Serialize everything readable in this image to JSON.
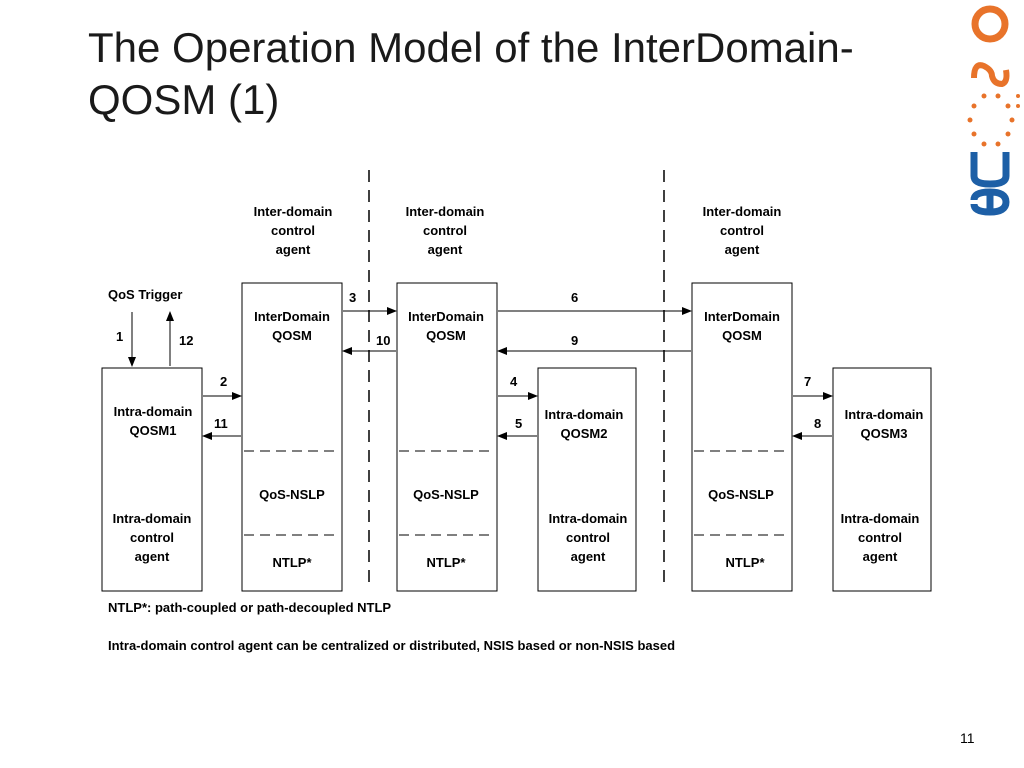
{
  "slide": {
    "title_line1": "The Operation Model of the InterDomain-",
    "title_line2": "QOSM (1)",
    "page_number": "11"
  },
  "logo": {
    "text1": "eu",
    "text2": "os",
    "brand_color": "#e8732a",
    "blue_color": "#1d5fa6"
  },
  "diagram": {
    "columns": {
      "col1": {
        "top": [
          "Inter-domain",
          "control",
          "agent"
        ],
        "box": [
          "InterDomain",
          "QOSM"
        ],
        "nslp": "QoS-NSLP",
        "ntlp": "NTLP*"
      },
      "col2": {
        "top": [
          "Inter-domain",
          "control",
          "agent"
        ],
        "box": [
          "InterDomain",
          "QOSM"
        ],
        "nslp": "QoS-NSLP",
        "ntlp": "NTLP*"
      },
      "col3": {
        "top": [
          "Inter-domain",
          "control",
          "agent"
        ],
        "box": [
          "InterDomain",
          "QOSM"
        ],
        "nslp": "QoS-NSLP",
        "ntlp": "NTLP*"
      }
    },
    "intra": {
      "qosm1": {
        "name": [
          "Intra-domain",
          "QOSM1"
        ],
        "agent": [
          "Intra-domain",
          "control",
          "agent"
        ]
      },
      "qosm2": {
        "name": [
          "Intra-domain",
          "QOSM2"
        ],
        "agent": [
          "Intra-domain",
          "control",
          "agent"
        ]
      },
      "qosm3": {
        "name": [
          "Intra-domain",
          "QOSM3"
        ],
        "agent": [
          "Intra-domain",
          "control",
          "agent"
        ]
      }
    },
    "qos_trigger": "QoS Trigger",
    "steps": {
      "s1": "1",
      "s2": "2",
      "s3": "3",
      "s4": "4",
      "s5": "5",
      "s6": "6",
      "s7": "7",
      "s8": "8",
      "s9": "9",
      "s10": "10",
      "s11": "11",
      "s12": "12"
    }
  },
  "notes": {
    "ntlp_note": "NTLP*: path-coupled or path-decoupled NTLP",
    "agent_note": "Intra-domain control agent can be centralized or distributed, NSIS based or non-NSIS based"
  }
}
